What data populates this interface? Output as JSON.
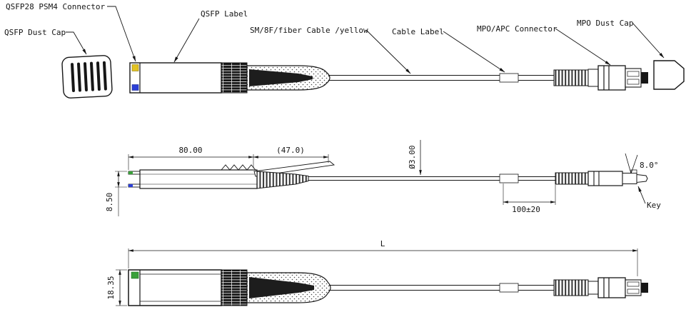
{
  "callouts": {
    "qsfp28_psm4_connector": "QSFP28 PSM4 Connector",
    "qsfp_dust_cap": "QSFP Dust Cap",
    "qsfp_label": "QSFP Label",
    "fiber_cable": "SM/8F/fiber Cable /yellow",
    "cable_label": "Cable Label",
    "mpo_apc_connector": "MPO/APC Connector",
    "mpo_dust_cap": "MPO Dust Cap",
    "key": "Key"
  },
  "dimensions": {
    "qsfp_body_length": "80.00",
    "boot_length_ref": "(47.0)",
    "qsfp_height": "8.50",
    "cable_diameter": "Ø3.00",
    "label_distance": "100±20",
    "apc_angle": "8.0°",
    "overall_length": "L",
    "assembly_height": "18.35"
  },
  "colors": {
    "line": "#161616",
    "qsfp_label_yellow": "#e3c322",
    "qsfp_tab_blue": "#2b3fd6",
    "qsfp_tab_green": "#3aa03a"
  }
}
